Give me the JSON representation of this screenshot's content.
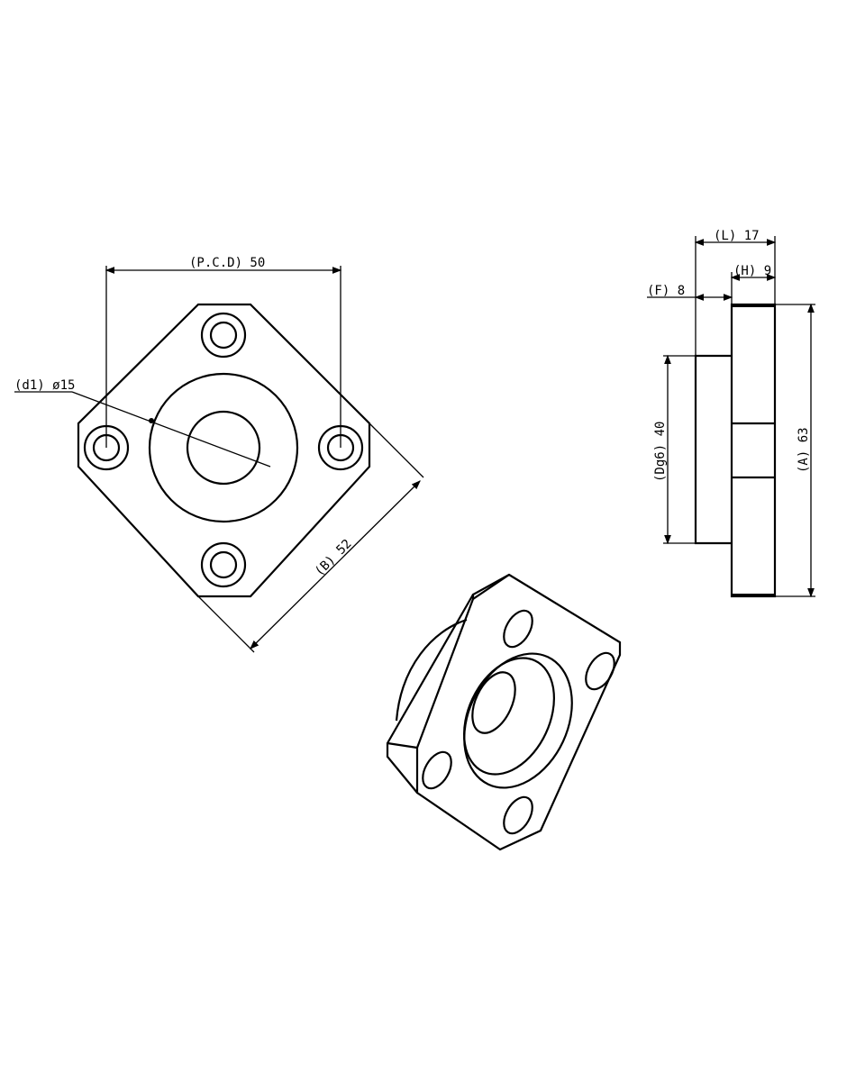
{
  "drawing": {
    "front_view": {
      "pcd_label": "(P.C.D) 50",
      "d1_label": "(d1) ø15",
      "b_label": "(B) 52"
    },
    "side_view": {
      "l_label": "(L) 17",
      "h_label": "(H) 9",
      "f_label": "(F) 8",
      "dg6_label": "(Dg6) 40",
      "a_label": "(A) 63"
    },
    "colors": {
      "line": "#000000",
      "background": "#ffffff"
    }
  }
}
